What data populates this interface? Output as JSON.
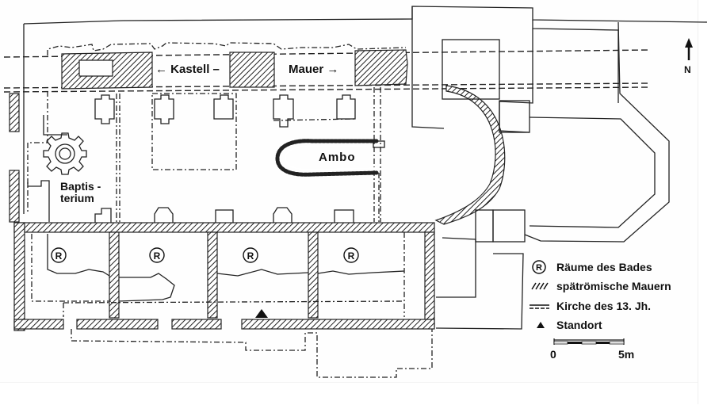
{
  "plan": {
    "labels": {
      "kastell": "← Kastell –",
      "mauer": "Mauer  →",
      "ambo": "Ambo",
      "baptisterium_line1": "Baptis -",
      "baptisterium_line2": "terium",
      "room_marker": "R"
    },
    "north_arrow": {
      "icon": "north-arrow-icon",
      "label": "N"
    },
    "standort_marker": {
      "icon": "triangle-marker-icon"
    }
  },
  "legend": {
    "items": [
      {
        "symbol": "circled-r-icon",
        "symbol_text": "R",
        "label": "Räume des Bades"
      },
      {
        "symbol": "hatch-swatch-icon",
        "label": "spätrömische Mauern"
      },
      {
        "symbol": "dashed-line-swatch-icon",
        "label": "Kirche des 13. Jh."
      },
      {
        "symbol": "triangle-icon",
        "label": "Standort"
      }
    ],
    "scale_bar": {
      "start_label": "0",
      "end_label": "5m"
    }
  }
}
